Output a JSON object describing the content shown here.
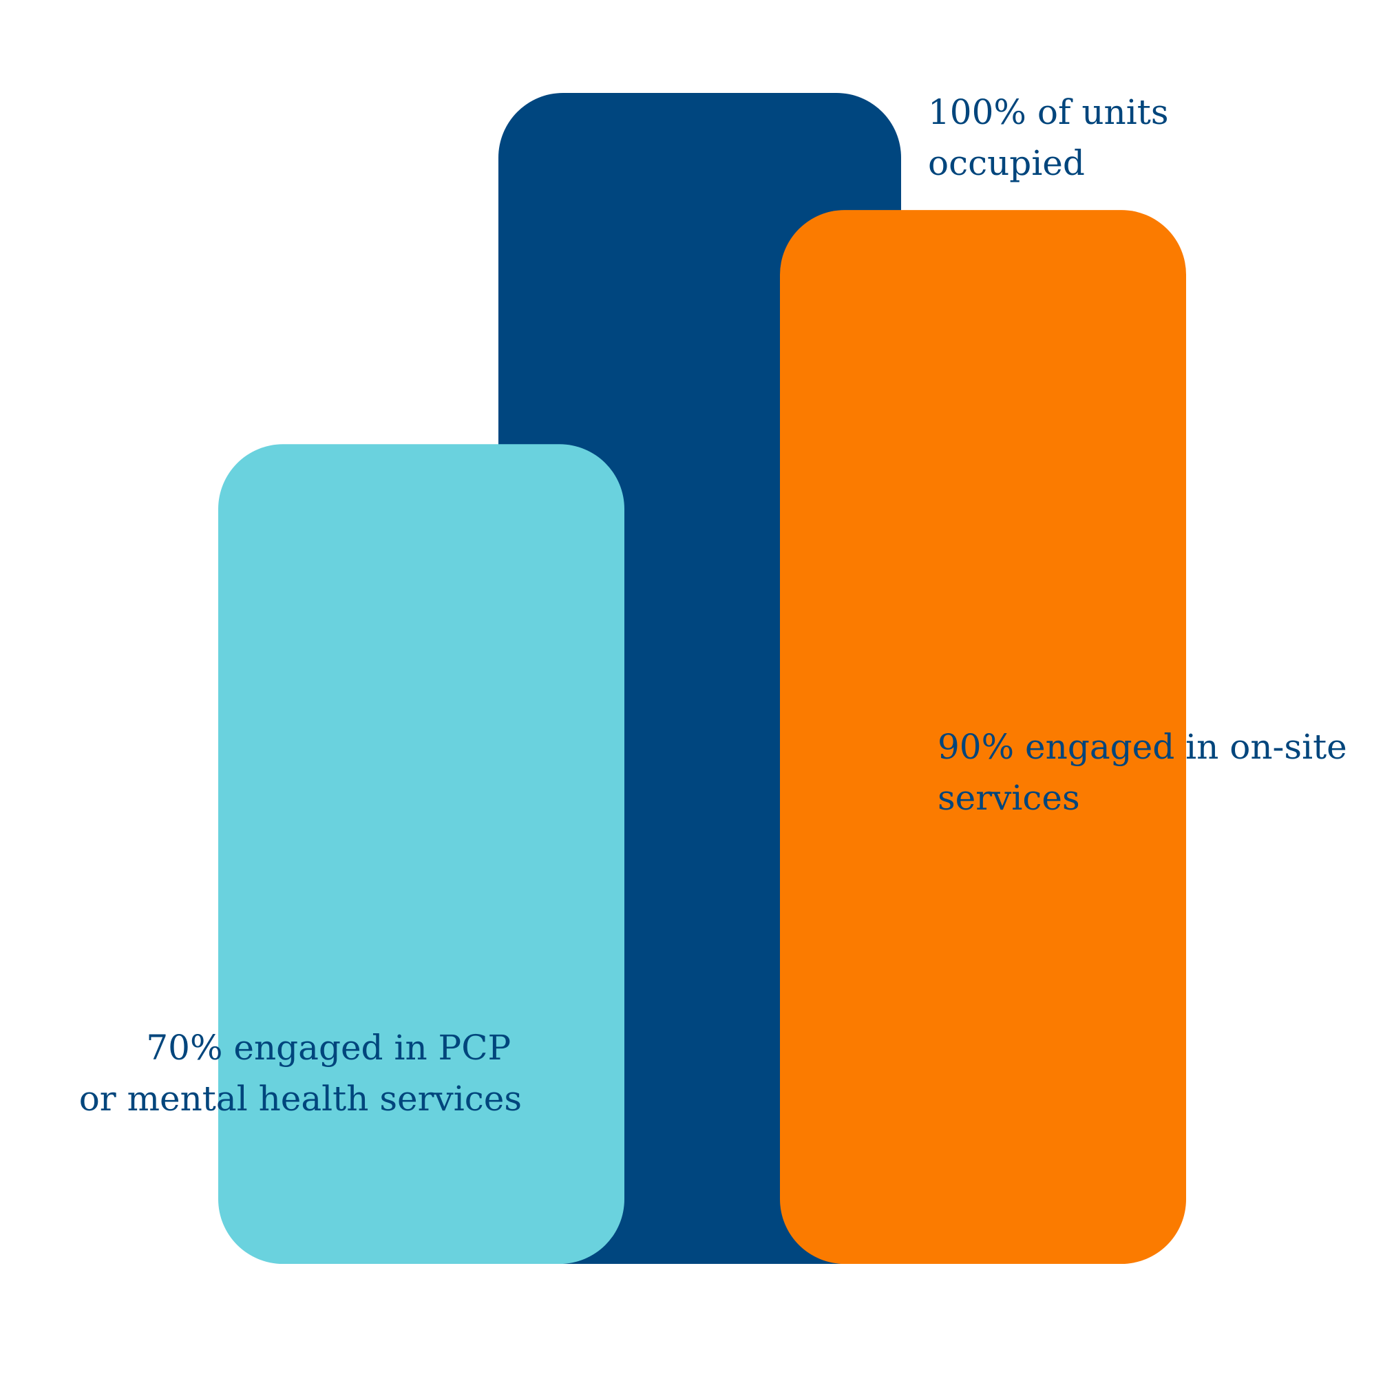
{
  "chart_data": {
    "type": "bar",
    "categories": [
      "70% engaged in PCP or mental health services",
      "100% of units occupied",
      "90% engaged in on-site services"
    ],
    "values": [
      70,
      100,
      90
    ],
    "unit": "%",
    "ylim": [
      0,
      100
    ],
    "grid": false,
    "legend": "none",
    "bars": [
      {
        "value": 70,
        "color": "#6ad2de",
        "label_lines": [
          "70% engaged in PCP",
          "or mental health services"
        ]
      },
      {
        "value": 100,
        "color": "#00467f",
        "label_lines": [
          "100% of units",
          "occupied"
        ]
      },
      {
        "value": 90,
        "color": "#fb7b00",
        "label_lines": [
          "90% engaged in on-site",
          "services"
        ]
      }
    ],
    "label_color": "#00457c"
  }
}
